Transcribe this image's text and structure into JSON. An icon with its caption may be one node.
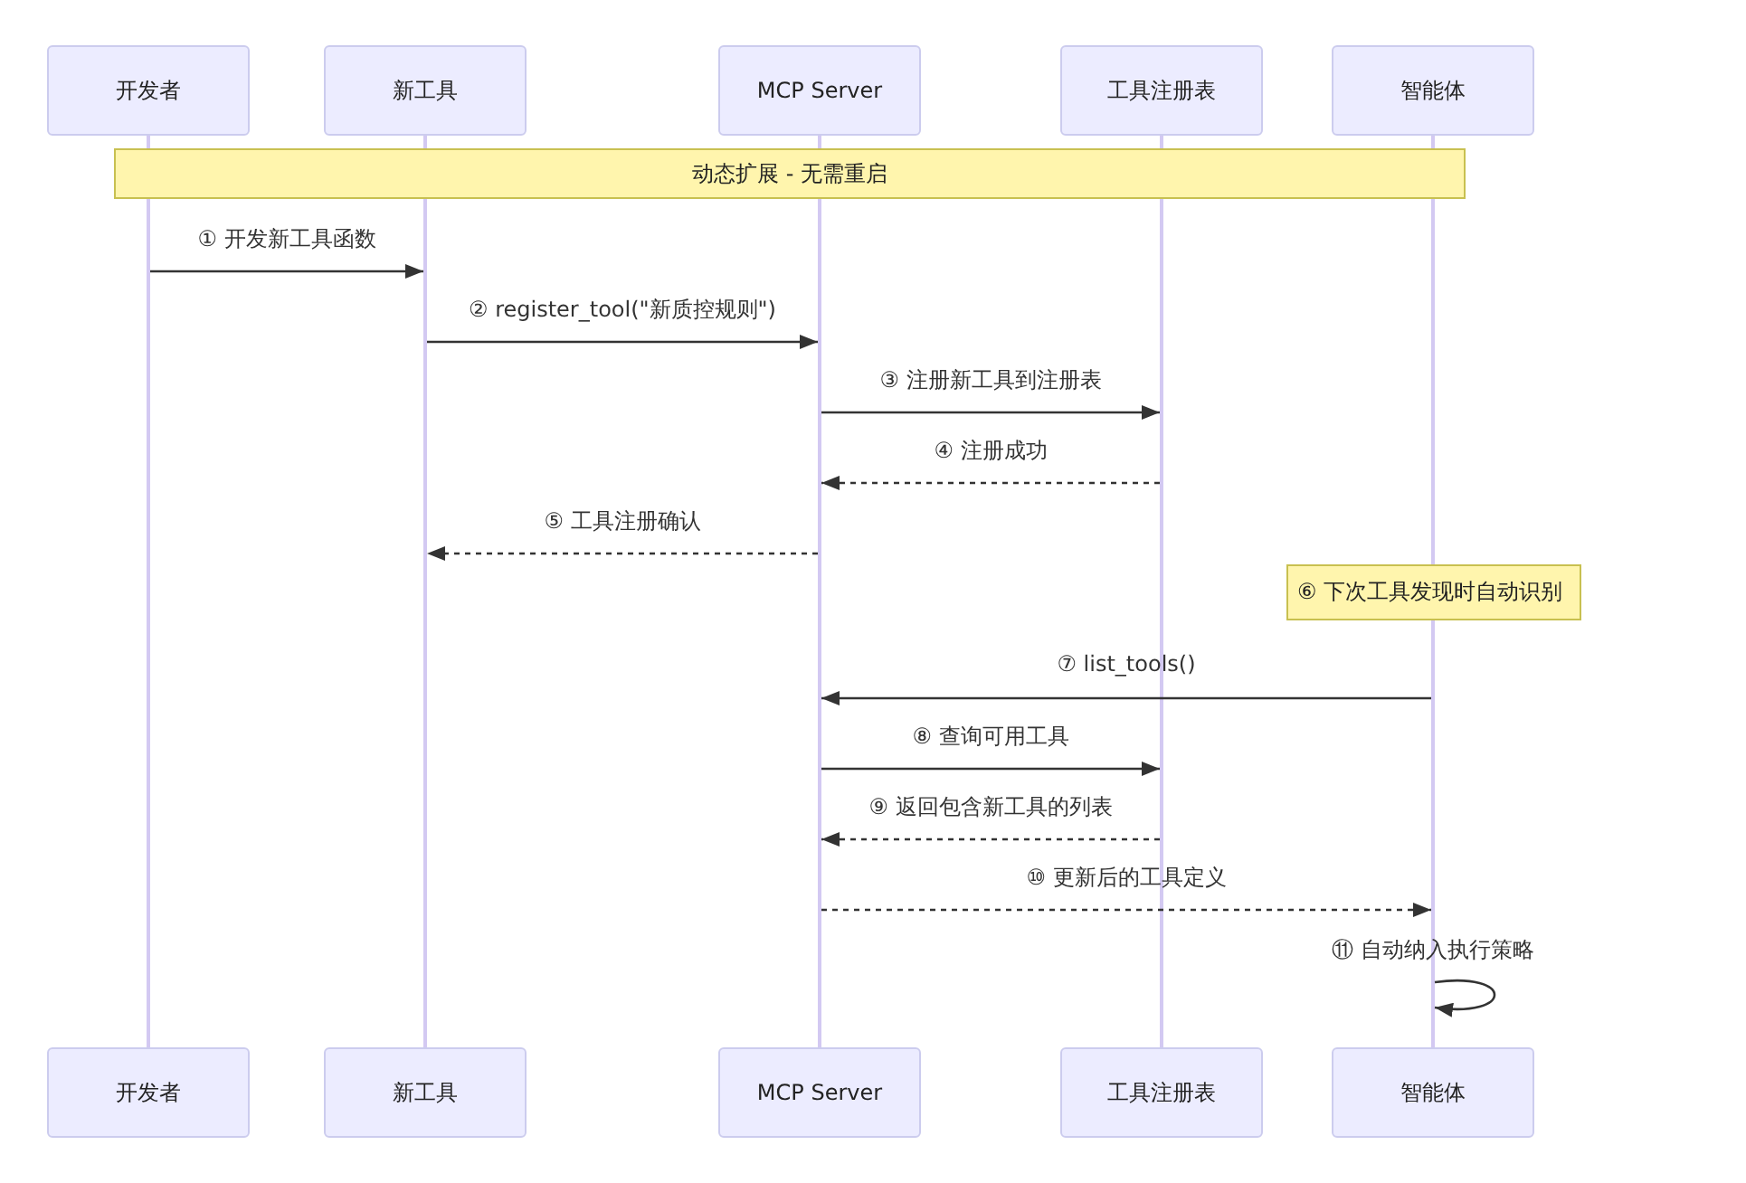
{
  "diagram": {
    "nodes": [
      {
        "text": [
          "开发者"
        ]
      },
      {
        "text": [
          "新工具"
        ]
      },
      {
        "text": [
          "MCP Server"
        ]
      },
      {
        "text": [
          "工具注册表"
        ]
      },
      {
        "text": [
          "智能体"
        ]
      },
      {
        "text": [
          "开发者"
        ]
      },
      {
        "text": [
          "新工具"
        ]
      },
      {
        "text": [
          "MCP Server"
        ]
      },
      {
        "text": [
          "工具注册表"
        ]
      },
      {
        "text": [
          "智能体"
        ]
      },
      {
        "text": [
          "动态扩展 - 无需重启"
        ]
      },
      {
        "text": [
          "⑥ 下次工具发现时自动识别"
        ]
      },
      {
        "text": [],
        "shape": "line"
      },
      {
        "text": [],
        "shape": "line"
      },
      {
        "text": [],
        "shape": "line"
      },
      {
        "text": [],
        "shape": "line"
      },
      {
        "text": [],
        "shape": "line"
      }
    ],
    "edges": [
      {
        "from": 12,
        "to": 13,
        "arrow": "to",
        "label": "① 开发新工具函数"
      },
      {
        "from": 13,
        "to": 14,
        "arrow": "to",
        "label": "② register_tool(\"新质控规则\")"
      },
      {
        "from": 14,
        "to": 15,
        "arrow": "to",
        "label": "③ 注册新工具到注册表"
      },
      {
        "from": 15,
        "to": 14,
        "arrow": "to",
        "label": "④ 注册成功",
        "style": "dashed"
      },
      {
        "from": 14,
        "to": 13,
        "arrow": "to",
        "label": "⑤ 工具注册确认",
        "style": "dashed"
      },
      {
        "from": 16,
        "to": 14,
        "arrow": "to",
        "label": "⑦ list_tools()"
      },
      {
        "from": 14,
        "to": 15,
        "arrow": "to",
        "label": "⑧ 查询可用工具"
      },
      {
        "from": 15,
        "to": 14,
        "arrow": "to",
        "label": "⑨ 返回包含新工具的列表",
        "style": "dashed"
      },
      {
        "from": 14,
        "to": 16,
        "arrow": "to",
        "label": "⑩ 更新后的工具定义",
        "style": "dashed"
      },
      {
        "from": 16,
        "to": 16,
        "arrow": "to",
        "label": "⑪ 自动纳入执行策略"
      }
    ]
  }
}
